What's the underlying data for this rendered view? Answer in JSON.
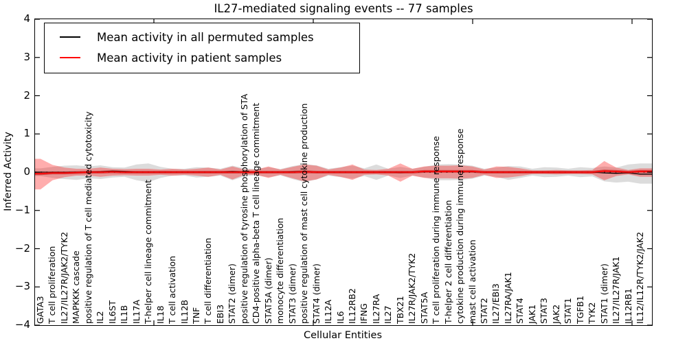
{
  "chart_data": {
    "type": "area",
    "title": "IL27-mediated signaling events -- 77 samples",
    "xlabel": "Cellular Entities",
    "ylabel": "Inferred Activity",
    "ylim": [
      -4,
      4
    ],
    "ytick_labels": [
      "4",
      "3",
      "2",
      "1",
      "0",
      "−1",
      "−2",
      "−3",
      "−4"
    ],
    "grid": false,
    "legend_position": "upper left",
    "legend": [
      {
        "label": "Mean activity in all permuted samples",
        "color": "#000000"
      },
      {
        "label": "Mean activity in patient samples",
        "color": "#ff0000"
      }
    ],
    "colors": {
      "permuted_band": "#808080",
      "permuted_band_alpha": 0.28,
      "patient_band": "#ff0000",
      "patient_band_alpha": 0.32,
      "permuted_line": "#000000",
      "patient_line": "#ff0000",
      "zero_line": "#000000"
    },
    "categories": [
      "GATA3",
      "T cell proliferation",
      "IL27/IL27R/JAK2/TYK2",
      "MAPKKK cascade",
      "positive regulation of T cell mediated cytotoxicity",
      "IL2",
      "IL6ST",
      "IL1B",
      "IL17A",
      "T-helper cell lineage commitment",
      "IL18",
      "T cell activation",
      "IL12B",
      "TNF",
      "T cell differentiation",
      "EBI3",
      "STAT2 (dimer)",
      "positive regulation of tyrosine phosphorylation of STA",
      "CD4-positive alpha-beta T cell lineage commitment",
      "STAT5A (dimer)",
      "monocyte differentiation",
      "STAT3 (dimer)",
      "positive regulation of mast cell cytokine production",
      "STAT4 (dimer)",
      "IL12A",
      "IL6",
      "IL12RB2",
      "IFNG",
      "IL27RA",
      "IL27",
      "TBX21",
      "IL27R/JAK2/TYK2",
      "STAT5A",
      "T cell proliferation during immune response",
      "T-helper 2 cell differentiation",
      "cytokine production during immune response",
      "mast cell activation",
      "STAT2",
      "IL27/EBI3",
      "IL27RA/JAK1",
      "STAT4",
      "JAK1",
      "STAT3",
      "JAK2",
      "STAT1",
      "TGFB1",
      "TYK2",
      "STAT1 (dimer)",
      "IL27/IL27R/JAK1",
      "IL12RB1",
      "IL12/IL12R/TYK2/JAK2"
    ],
    "series": [
      {
        "name": "permuted_band_upper",
        "values": [
          0.1,
          0.14,
          0.17,
          0.18,
          0.15,
          0.18,
          0.13,
          0.12,
          0.2,
          0.23,
          0.14,
          0.09,
          0.09,
          0.13,
          0.12,
          0.09,
          0.17,
          0.1,
          0.08,
          0.13,
          0.08,
          0.16,
          0.21,
          0.18,
          0.09,
          0.13,
          0.17,
          0.1,
          0.2,
          0.09,
          0.14,
          0.09,
          0.14,
          0.2,
          0.21,
          0.2,
          0.17,
          0.09,
          0.12,
          0.16,
          0.15,
          0.09,
          0.13,
          0.12,
          0.09,
          0.13,
          0.11,
          0.15,
          0.12,
          0.2,
          0.23
        ]
      },
      {
        "name": "permuted_band_lower",
        "values": [
          -0.1,
          -0.15,
          -0.18,
          -0.2,
          -0.16,
          -0.18,
          -0.14,
          -0.12,
          -0.21,
          -0.26,
          -0.15,
          -0.09,
          -0.09,
          -0.14,
          -0.12,
          -0.09,
          -0.21,
          -0.11,
          -0.08,
          -0.13,
          -0.08,
          -0.18,
          -0.26,
          -0.19,
          -0.09,
          -0.13,
          -0.17,
          -0.1,
          -0.2,
          -0.09,
          -0.15,
          -0.09,
          -0.14,
          -0.21,
          -0.21,
          -0.2,
          -0.17,
          -0.09,
          -0.12,
          -0.2,
          -0.15,
          -0.09,
          -0.13,
          -0.12,
          -0.09,
          -0.13,
          -0.11,
          -0.24,
          -0.27,
          -0.25,
          -0.3
        ]
      },
      {
        "name": "patient_band_upper",
        "values": [
          0.35,
          0.19,
          0.12,
          0.09,
          0.09,
          0.12,
          0.09,
          0.08,
          0.09,
          0.09,
          0.07,
          0.09,
          0.07,
          0.09,
          0.12,
          0.07,
          0.15,
          0.07,
          0.07,
          0.15,
          0.07,
          0.14,
          0.2,
          0.17,
          0.07,
          0.12,
          0.2,
          0.07,
          0.06,
          0.09,
          0.23,
          0.09,
          0.15,
          0.17,
          0.17,
          0.18,
          0.15,
          0.07,
          0.15,
          0.14,
          0.1,
          0.05,
          0.05,
          0.06,
          0.05,
          0.05,
          0.06,
          0.29,
          0.12,
          0.06,
          0.1
        ]
      },
      {
        "name": "patient_band_lower",
        "values": [
          -0.45,
          -0.21,
          -0.13,
          -0.09,
          -0.09,
          -0.12,
          -0.09,
          -0.08,
          -0.09,
          -0.09,
          -0.07,
          -0.09,
          -0.07,
          -0.09,
          -0.12,
          -0.07,
          -0.19,
          -0.07,
          -0.07,
          -0.15,
          -0.07,
          -0.16,
          -0.24,
          -0.19,
          -0.07,
          -0.12,
          -0.2,
          -0.07,
          -0.06,
          -0.09,
          -0.25,
          -0.09,
          -0.15,
          -0.16,
          -0.16,
          -0.17,
          -0.15,
          -0.07,
          -0.15,
          -0.14,
          -0.1,
          -0.05,
          -0.05,
          -0.06,
          -0.05,
          -0.05,
          -0.06,
          -0.21,
          -0.1,
          -0.06,
          -0.12
        ]
      },
      {
        "name": "permuted_mean",
        "values": [
          0,
          0,
          0,
          0,
          0,
          0.01,
          0.03,
          0.02,
          0,
          0,
          0,
          0,
          0,
          0,
          0,
          0,
          0.02,
          0,
          0,
          0,
          0,
          0.01,
          0.02,
          0,
          0,
          0,
          0,
          0,
          0,
          0,
          -0.01,
          0,
          0.01,
          0.02,
          0.02,
          0.02,
          0.01,
          0,
          0,
          0,
          0,
          0,
          0,
          0,
          0,
          0,
          0,
          -0.02,
          -0.03,
          -0.02,
          -0.05
        ]
      },
      {
        "name": "patient_mean",
        "values": [
          -0.04,
          -0.02,
          -0.02,
          -0.01,
          0,
          0,
          0.01,
          0,
          0,
          0,
          0,
          0,
          0,
          0,
          0,
          0,
          0,
          0,
          0,
          0,
          0,
          0,
          0.01,
          0,
          0,
          0,
          0,
          0,
          0,
          0,
          0,
          0,
          0.02,
          0.02,
          0.02,
          0.02,
          0.02,
          0,
          0,
          0,
          0,
          0,
          0,
          0,
          0,
          0,
          0,
          0.03,
          0.02,
          0,
          0.02
        ]
      }
    ]
  }
}
